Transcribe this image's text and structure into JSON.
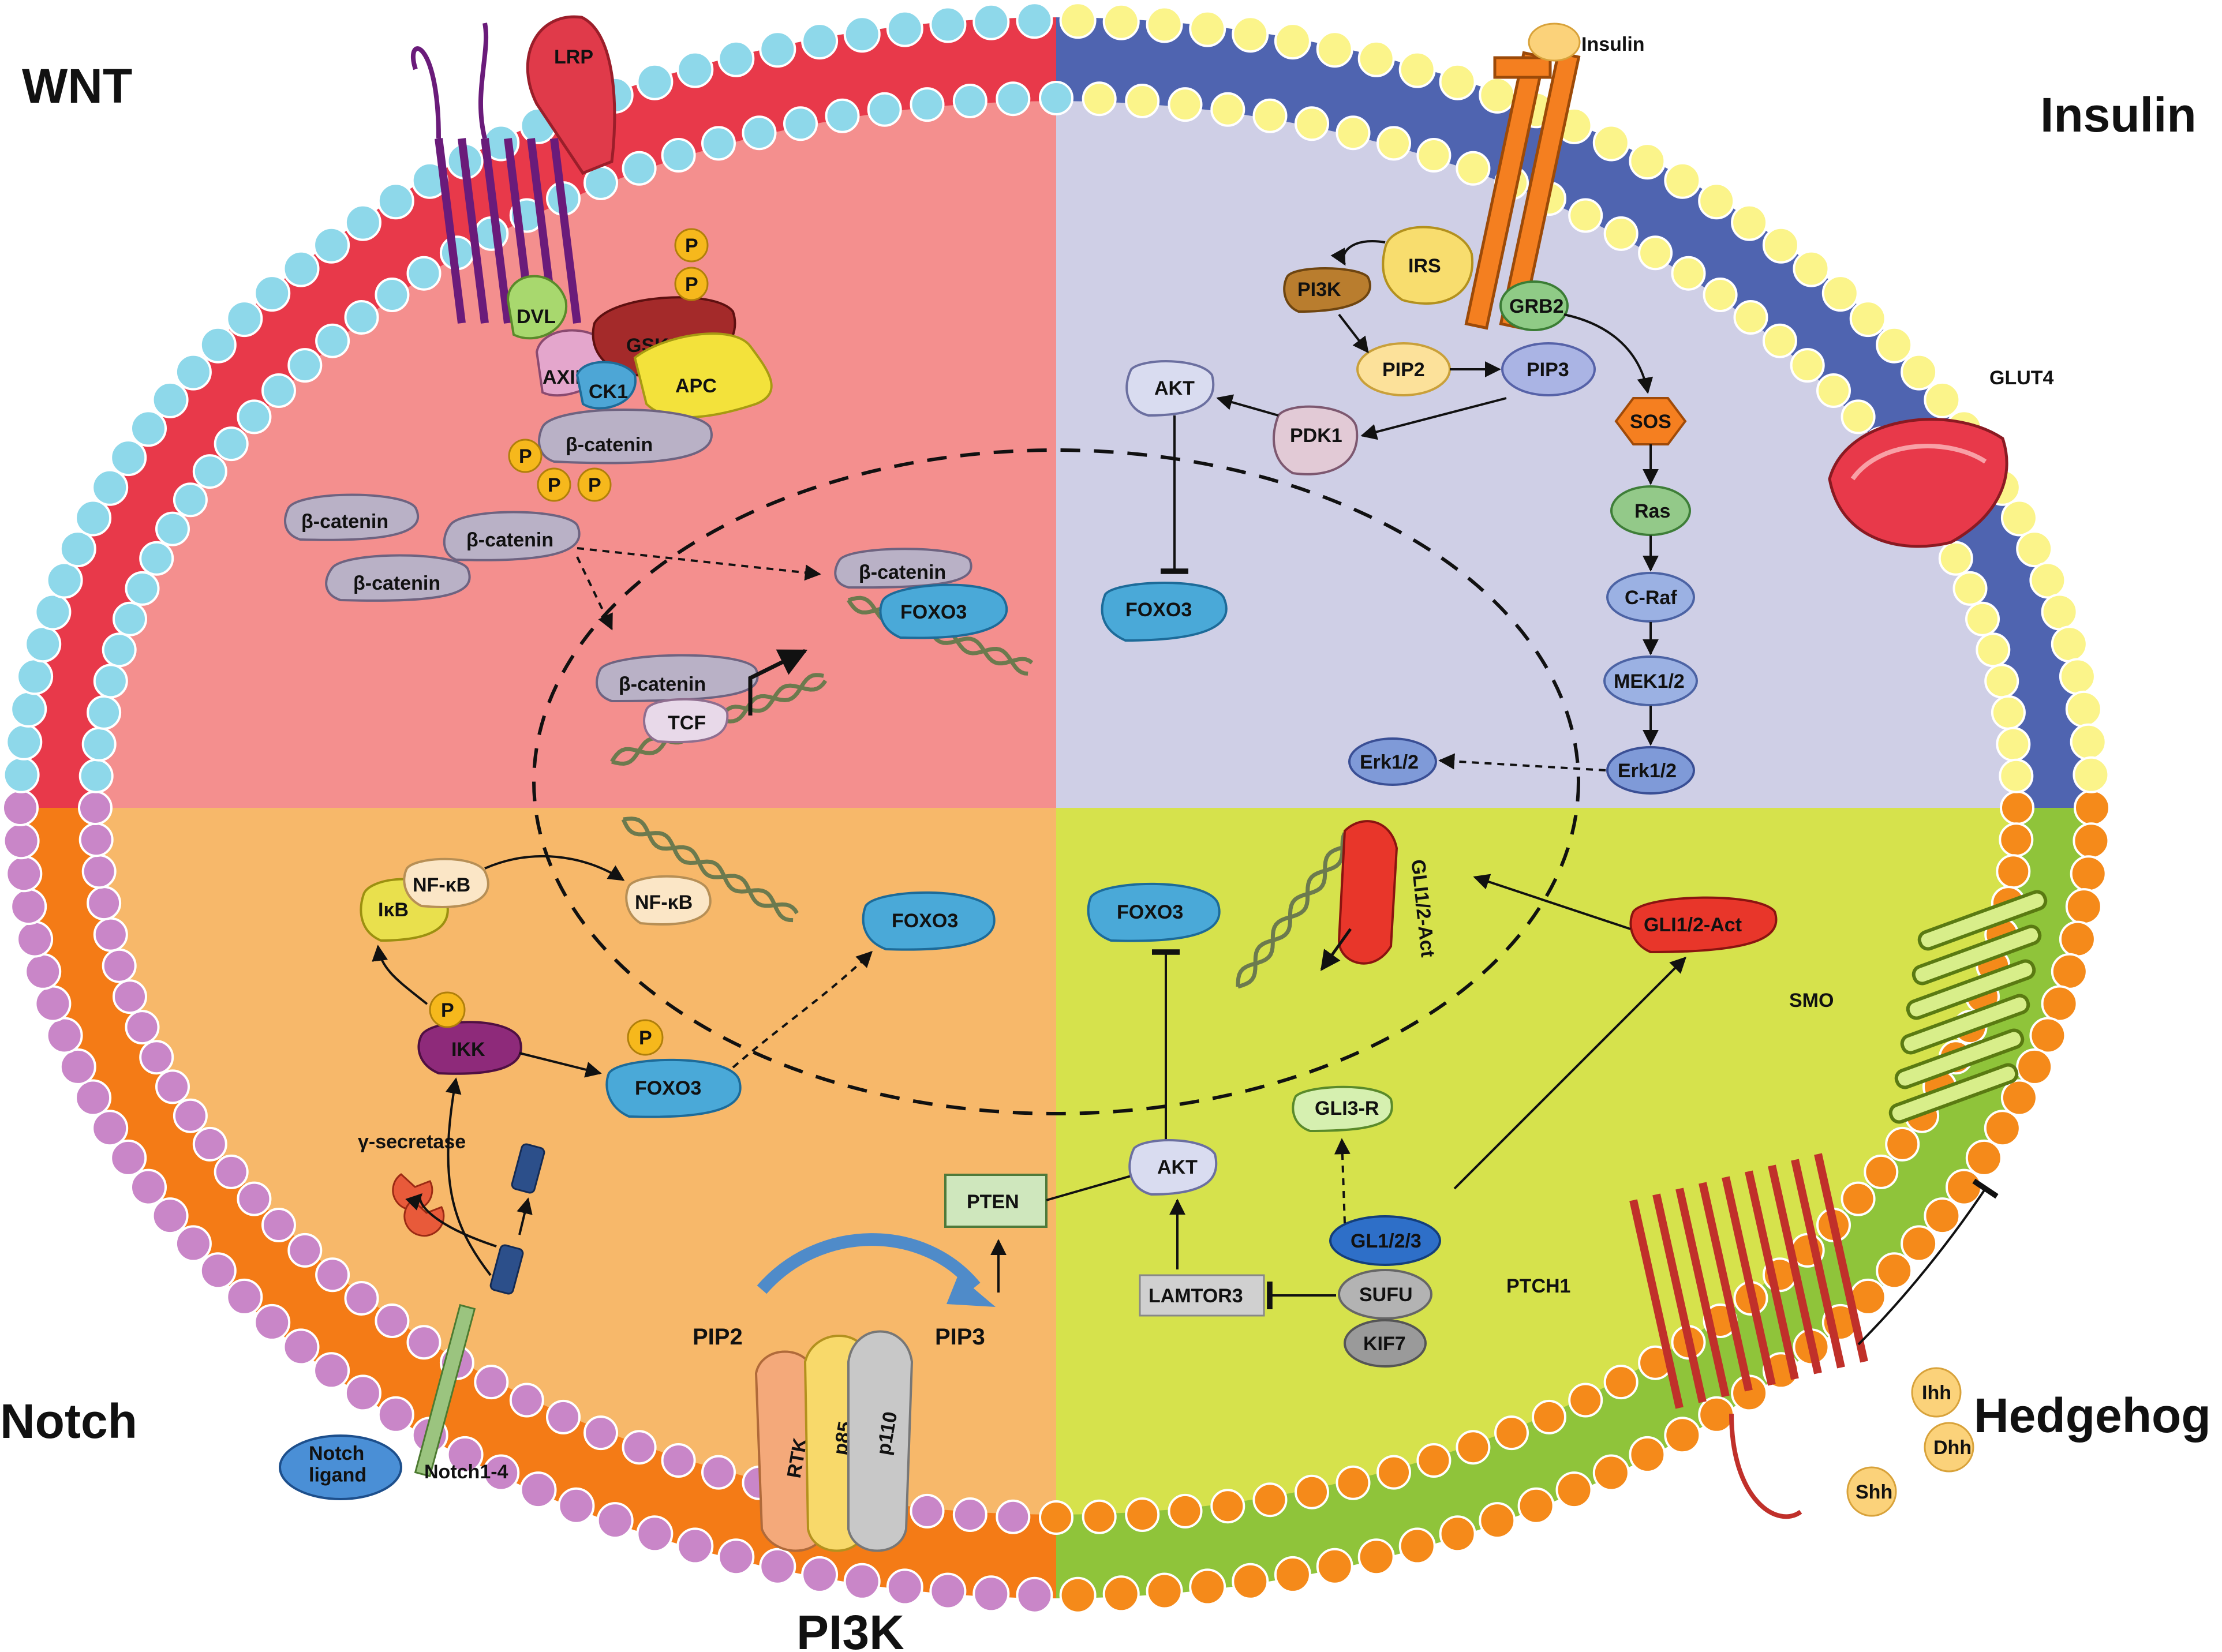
{
  "titles": {
    "wnt": "WNT",
    "insulin": "Insulin",
    "notch": "Notch",
    "hedgehog": "Hedgehog",
    "pi3k": "PI3K"
  },
  "colors": {
    "wnt_bg": "#f48f8e",
    "insulin_bg": "#cfcfe6",
    "notch_bg": "#f7b86a",
    "hedgehog_bg": "#d6e24c",
    "membrane_red": "#e8394a",
    "membrane_blue": "#4f64b0",
    "membrane_orange": "#f47b16",
    "membrane_green": "#8fc43a",
    "head_cyan": "#8ed8ea",
    "head_yellow": "#fbf48a",
    "head_purple": "#c986c8",
    "head_orange": "#f58a1a"
  },
  "wnt": {
    "lrp": "LRP",
    "dvl": "DVL",
    "axin1": "AXIN1",
    "gsk3b": "GSK3β",
    "ck1": "CK1",
    "apc": "APC",
    "bcatenin": "β-catenin",
    "tcf": "TCF",
    "foxo3": "FOXO3",
    "p": "P"
  },
  "insulin": {
    "insulin": "Insulin",
    "irs": "IRS",
    "pi3k": "PI3K",
    "grb2": "GRB2",
    "pip2": "PIP2",
    "pip3": "PIP3",
    "akt": "AKT",
    "pdk1": "PDK1",
    "sos": "SOS",
    "ras": "Ras",
    "craf": "C-Raf",
    "mek": "MEK1/2",
    "erk": "Erk1/2",
    "foxo3": "FOXO3",
    "glut4": "GLUT4"
  },
  "notch": {
    "ikb": "IκB",
    "nfkb": "NF-κB",
    "ikk": "IKK",
    "foxo3": "FOXO3",
    "p": "P",
    "gamma_secretase": "γ-secretase",
    "notch_ligand": "Notch\nligand",
    "notch_receptor": "Notch1-4"
  },
  "pi3k": {
    "pip2": "PIP2",
    "pip3": "PIP3",
    "pten": "PTEN",
    "rtk": "RTK",
    "p85": "p85",
    "p110": "p110"
  },
  "hedgehog": {
    "foxo3": "FOXO3",
    "gli_act": "GLI1/2-Act",
    "gli_act_nuc": "GLI1/2-Act",
    "gli3r": "GLI3-R",
    "akt": "AKT",
    "gli123": "GL1/2/3",
    "sufu": "SUFU",
    "kif7": "KIF7",
    "lamtor3": "LAMTOR3",
    "ptch1": "PTCH1",
    "smo": "SMO",
    "ihh": "Ihh",
    "dhh": "Dhh",
    "shh": "Shh"
  }
}
